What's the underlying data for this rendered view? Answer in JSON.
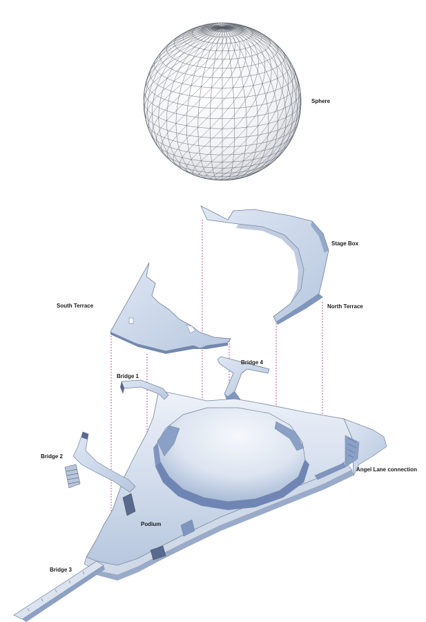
{
  "labels": {
    "sphere": "Sphere",
    "stage_box": "Stage Box",
    "south_terrace": "South Terrace",
    "north_terrace": "North Terrace",
    "bridge_4": "Bridge 4",
    "bridge_1": "Bridge 1",
    "bridge_2": "Bridge 2",
    "angel_lane": "Angel Lane connection",
    "podium": "Podium",
    "bridge_3": "Bridge 3"
  },
  "colors": {
    "slab_top": "#c9d6ea",
    "slab_light": "#e8eef7",
    "slab_shadow": "#8096bd",
    "slab_edge": "#6f7f99",
    "sphere_grid": "#555a63",
    "connector": "#c8359a"
  }
}
